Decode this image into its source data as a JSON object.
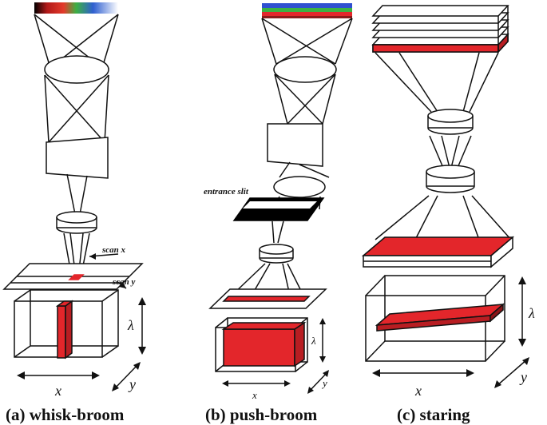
{
  "captions": {
    "whisk": "(a) whisk-broom",
    "push": "(b) push-broom",
    "staring": "(c) staring"
  },
  "labels": {
    "scan_x": "scan x",
    "scan_y": "scan y",
    "entrance_slit": "entrance slit"
  },
  "axes": {
    "a": {
      "x": "x",
      "y": "y",
      "lambda": "λ"
    },
    "b": {
      "x": "x",
      "y": "y",
      "lambda": "λ"
    },
    "c": {
      "x": "x",
      "y": "y",
      "lambda": "λ"
    }
  },
  "colors": {
    "red": "#e3262b",
    "line": "#111111",
    "spectrum": [
      "#8b1a1a",
      "#e32b2b",
      "#f2a12b",
      "#3cb043",
      "#2f5fd0",
      "#7b3fb8"
    ]
  }
}
